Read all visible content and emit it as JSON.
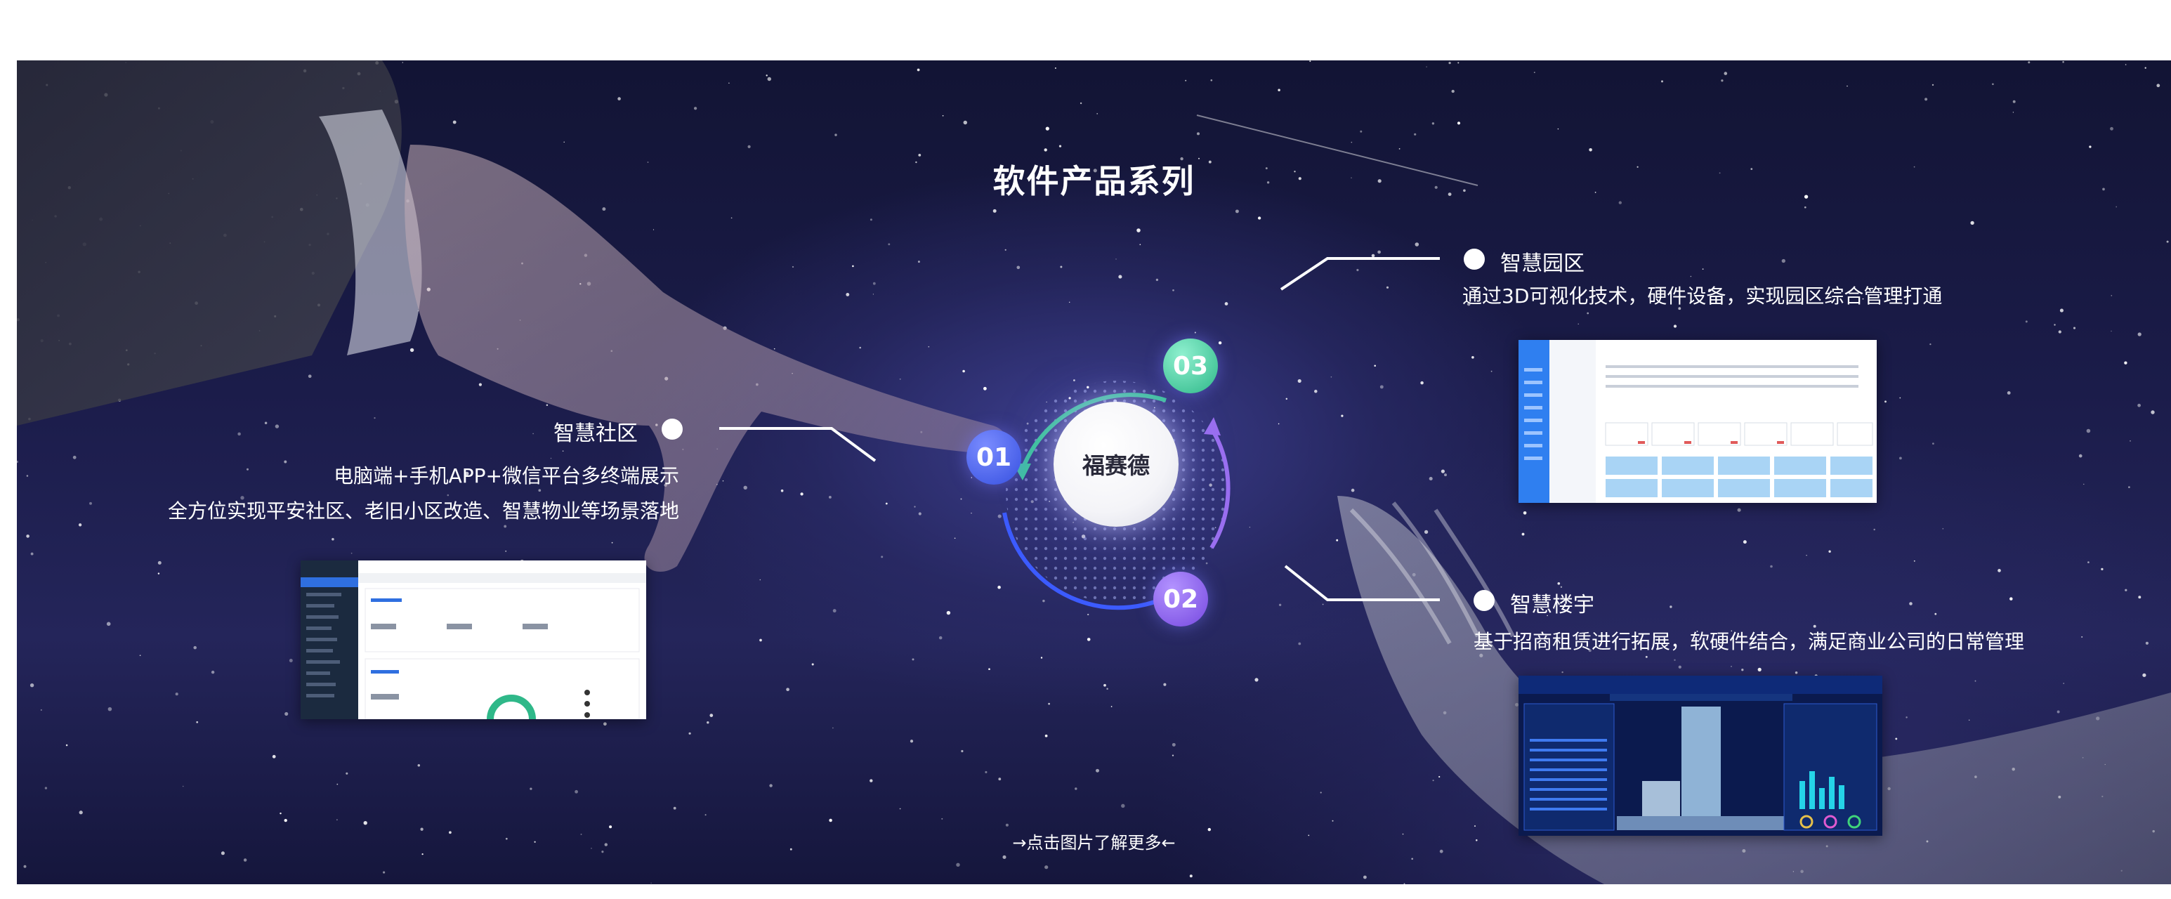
{
  "banner": {
    "title": "软件产品系列",
    "center_label": "福赛德",
    "cta": "→点击图片了解更多←"
  },
  "badges": [
    "01",
    "02",
    "03"
  ],
  "features": {
    "community": {
      "title": "智慧社区",
      "desc_line1": "电脑端+手机APP+微信平台多终端展示",
      "desc_line2": "全方位实现平安社区、老旧小区改造、智慧物业等场景落地"
    },
    "park": {
      "title": "智慧园区",
      "desc": "通过3D可视化技术，硬件设备，实现园区综合管理打通"
    },
    "building": {
      "title": "智慧楼宇",
      "desc": "基于招商租赁进行拓展，软硬件结合，满足商业公司的日常管理"
    }
  },
  "colors": {
    "badge_01": "#3650e0",
    "badge_02": "#7649e0",
    "badge_03": "#2fb889",
    "background": "#1b1c4a"
  }
}
